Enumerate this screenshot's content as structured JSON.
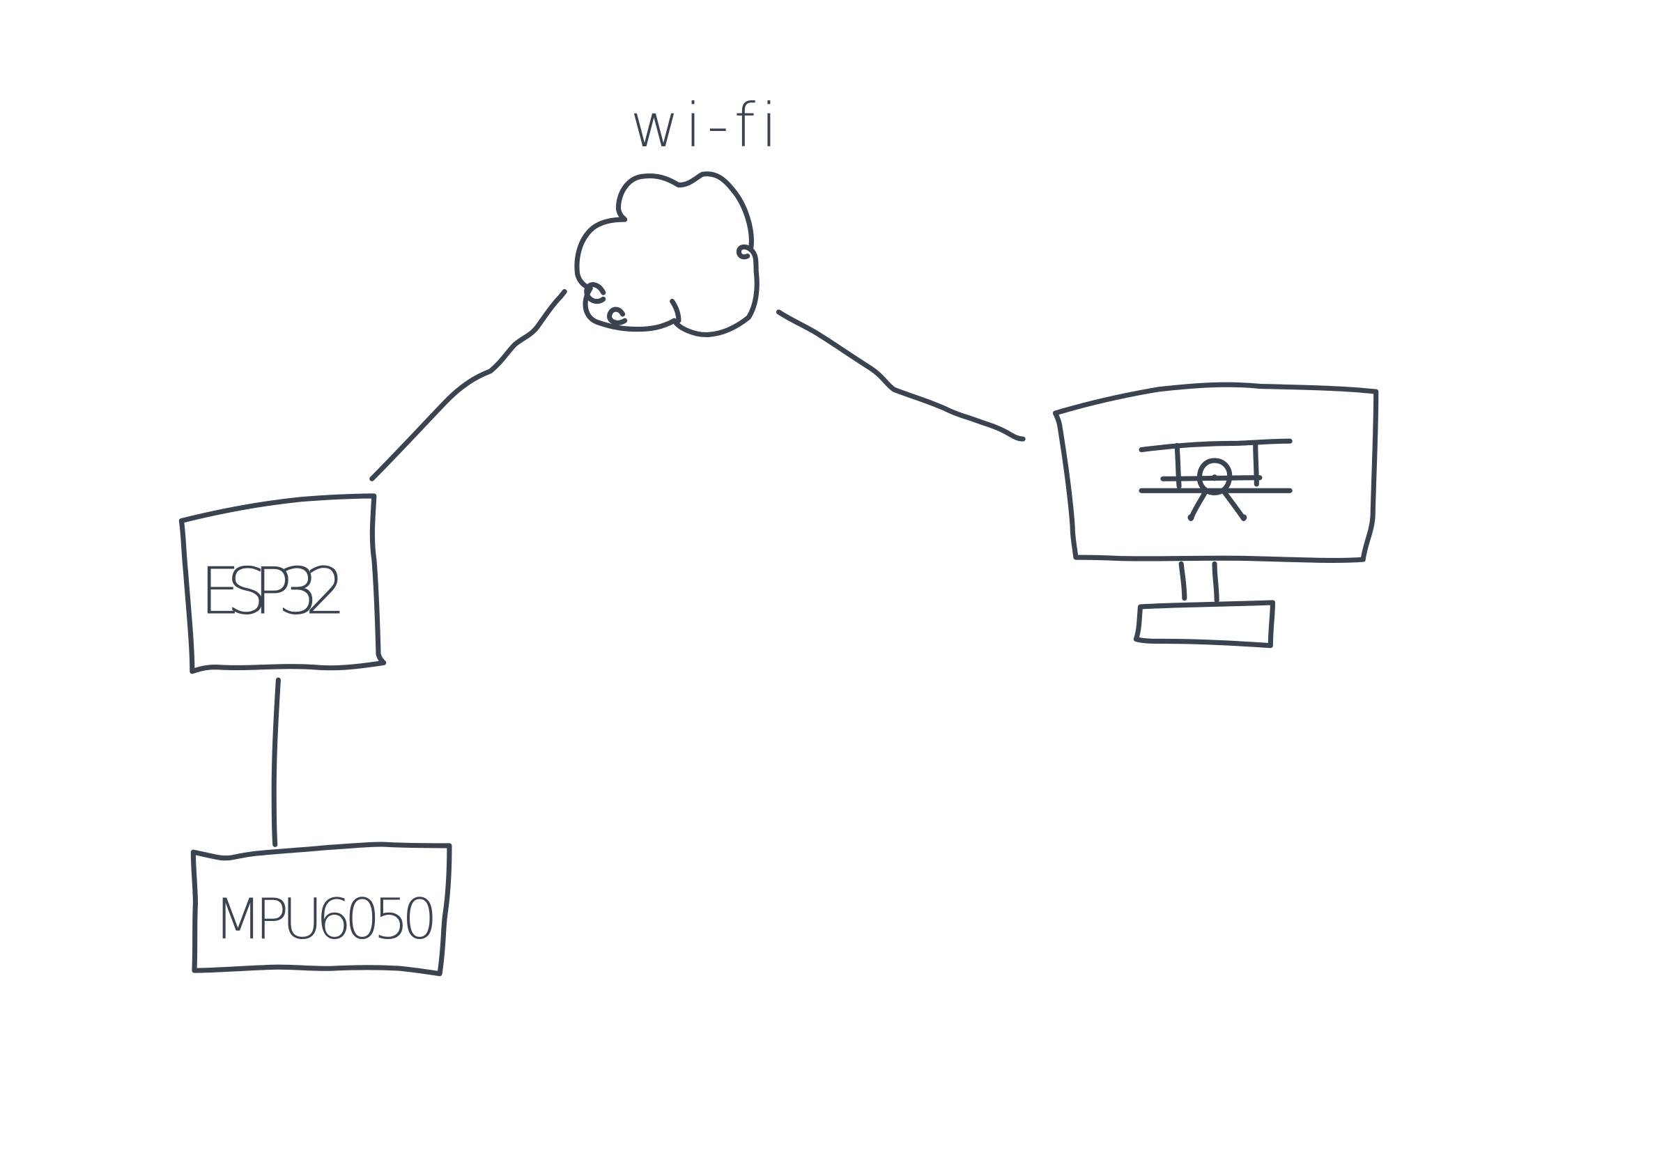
{
  "labels": {
    "wifi": "wi-fi",
    "esp32": "ESP32",
    "mpu6050": "MPU6050"
  },
  "colors": {
    "ink": "#3b4350",
    "background": "#ffffff"
  },
  "icons": {
    "network": "cloud-icon",
    "computer": "monitor-icon",
    "screen_content": "3d-model-icon"
  }
}
